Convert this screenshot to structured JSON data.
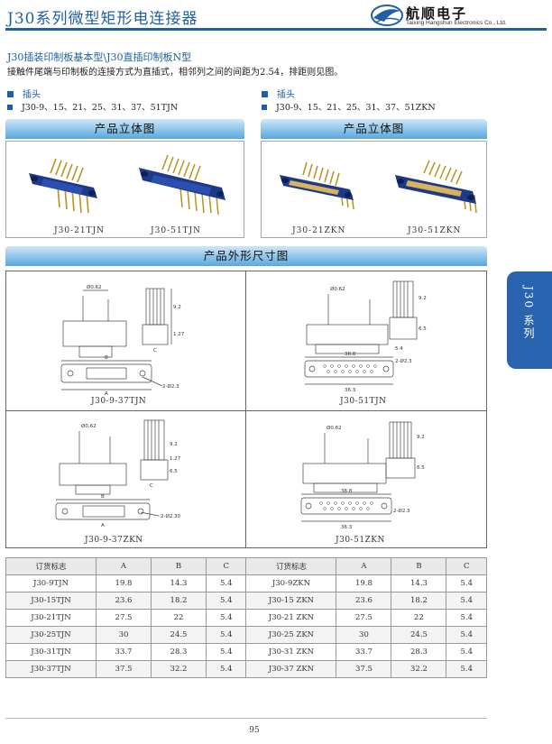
{
  "header": {
    "title": "J30系列微型矩形电连接器",
    "logo_cn": "航顺电子",
    "logo_en": "Taixing Hangshun Electronics Co., Ltd.",
    "brand_color": "#1f5fa3"
  },
  "subtitle": "J30插装印制板基本型\\J30直插印制板N型",
  "description": "接触件尾端与印制板的连接方式为直插式，相邻列之间的间距为2.54，排距则见图。",
  "left_section": {
    "label": "插头",
    "series": "J30-9、15、21、25、31、37、51TJN"
  },
  "right_section": {
    "label": "插头",
    "series": "J30-9、15、21、25、31、37、51ZKN"
  },
  "banners": {
    "product_3d_left": "产品立体图",
    "product_3d_right": "产品立体图",
    "dimensions": "产品外形尺寸图"
  },
  "photos": [
    {
      "caption": "J30-21TJN"
    },
    {
      "caption": "J30-51TJN"
    },
    {
      "caption": "J30-21ZKN"
    },
    {
      "caption": "J30-51ZKN"
    }
  ],
  "drawings": [
    {
      "caption": "J30-9-37TJN",
      "labels": [
        "Ø0.62",
        "A",
        "B",
        "C",
        "2-Ø2.3",
        "9.2",
        "1.27"
      ]
    },
    {
      "caption": "J30-51TJN",
      "labels": [
        "Ø0.62",
        "38.8",
        "36.3",
        "2-Ø2.3",
        "9.2",
        "6.5",
        "5.4"
      ]
    },
    {
      "caption": "J30-9-37ZKN",
      "labels": [
        "Ø0.62",
        "A",
        "B",
        "C",
        "2-Ø2.30",
        "9.2",
        "6.5",
        "1.27"
      ]
    },
    {
      "caption": "J30-51ZKN",
      "labels": [
        "Ø0.62",
        "38.8",
        "36.3",
        "2-Ø2.3",
        "9.2",
        "6.5"
      ]
    }
  ],
  "side_tab": "J30 系列",
  "table": {
    "headers": [
      "订货标志",
      "A",
      "B",
      "C",
      "订货标志",
      "A",
      "B",
      "C"
    ],
    "rows": [
      [
        "J30-9TJN",
        "19.8",
        "14.3",
        "5.4",
        "J30-9ZKN",
        "19.8",
        "14.3",
        "5.4"
      ],
      [
        "J30-15TJN",
        "23.6",
        "18.2",
        "5.4",
        "J30-15 ZKN",
        "23.6",
        "18.2",
        "5.4"
      ],
      [
        "J30-21TJN",
        "27.5",
        "22",
        "5.4",
        "J30-21 ZKN",
        "27.5",
        "22",
        "5.4"
      ],
      [
        "J30-25TJN",
        "30",
        "24.5",
        "5.4",
        "J30-25 ZKN",
        "30",
        "24.5",
        "5.4"
      ],
      [
        "J30-31TJN",
        "33.7",
        "28.3",
        "5.4",
        "J30-31 ZKN",
        "33.7",
        "28.3",
        "5.4"
      ],
      [
        "J30-37TJN",
        "37.5",
        "32.2",
        "5.4",
        "J30-37 ZKN",
        "37.5",
        "32.2",
        "5.4"
      ]
    ]
  },
  "page_number": "95"
}
